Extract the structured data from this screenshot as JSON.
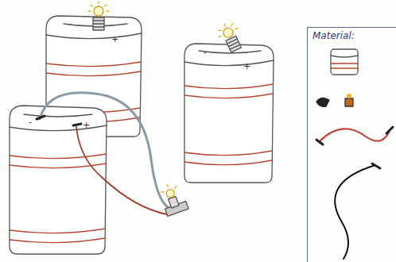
{
  "diagram": {
    "nodes": [
      {
        "text": [
          "Material:"
        ]
      }
    ],
    "labels": [
      "-",
      "+",
      "-",
      "+",
      "-",
      "+"
    ]
  }
}
